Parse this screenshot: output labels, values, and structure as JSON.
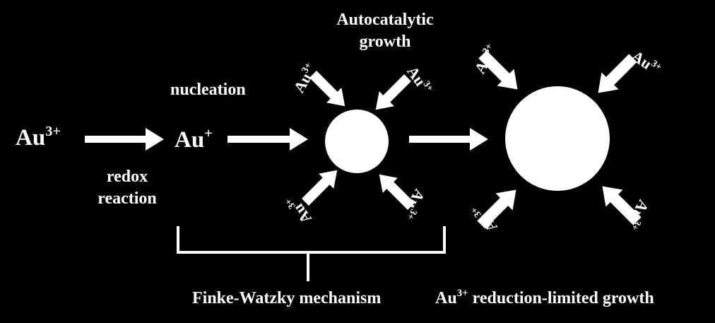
{
  "species": {
    "start": {
      "symbol": "Au",
      "charge": "3+"
    },
    "intermediate": {
      "symbol": "Au",
      "charge": "+"
    }
  },
  "steps": {
    "redox": [
      "redox",
      "reaction"
    ],
    "nucleation": "nucleation",
    "autocatalytic": [
      "Autocatalytic",
      "growth"
    ]
  },
  "ion_label": {
    "symbol": "Au",
    "charge": "3+"
  },
  "bottom_labels": {
    "mechanism": "Finke-Watzky  mechanism",
    "limited": {
      "symbol": "Au",
      "charge": "3+",
      "rest": " reduction-limited growth"
    }
  },
  "colors": {
    "background": "#000000",
    "foreground": "#ffffff"
  }
}
